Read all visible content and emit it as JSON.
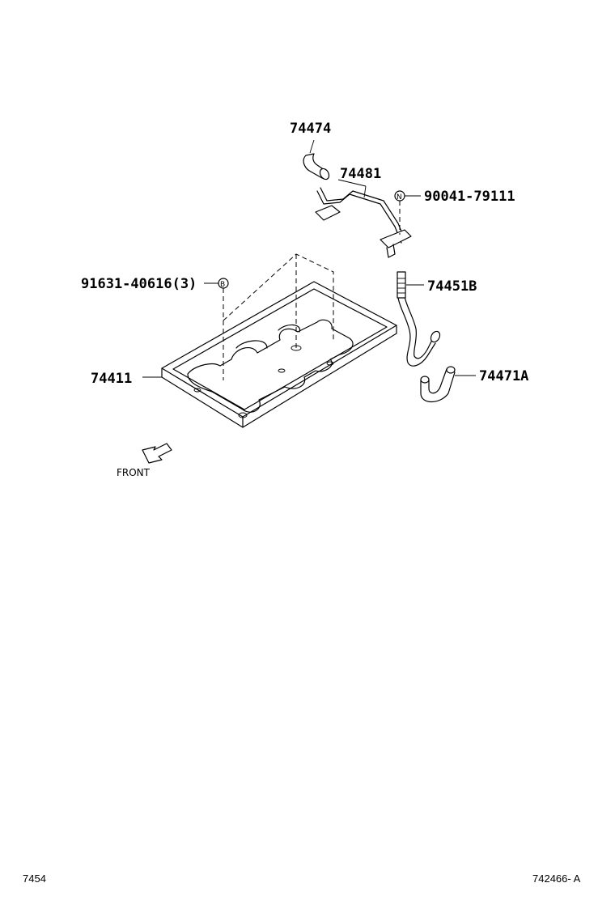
{
  "parts": {
    "p74474": "74474",
    "p74481": "74481",
    "p90041": "90041-79111",
    "p91631": "91631-40616(3)",
    "p74451b": "74451B",
    "p74411": "74411",
    "p74471a": "74471A"
  },
  "markers": {
    "n_marker": "N",
    "b_marker": "B"
  },
  "front_label": "FRONT",
  "footer": {
    "left_code": "7454",
    "right_code": "742466- A"
  },
  "colors": {
    "line": "#000000",
    "background": "#ffffff"
  }
}
